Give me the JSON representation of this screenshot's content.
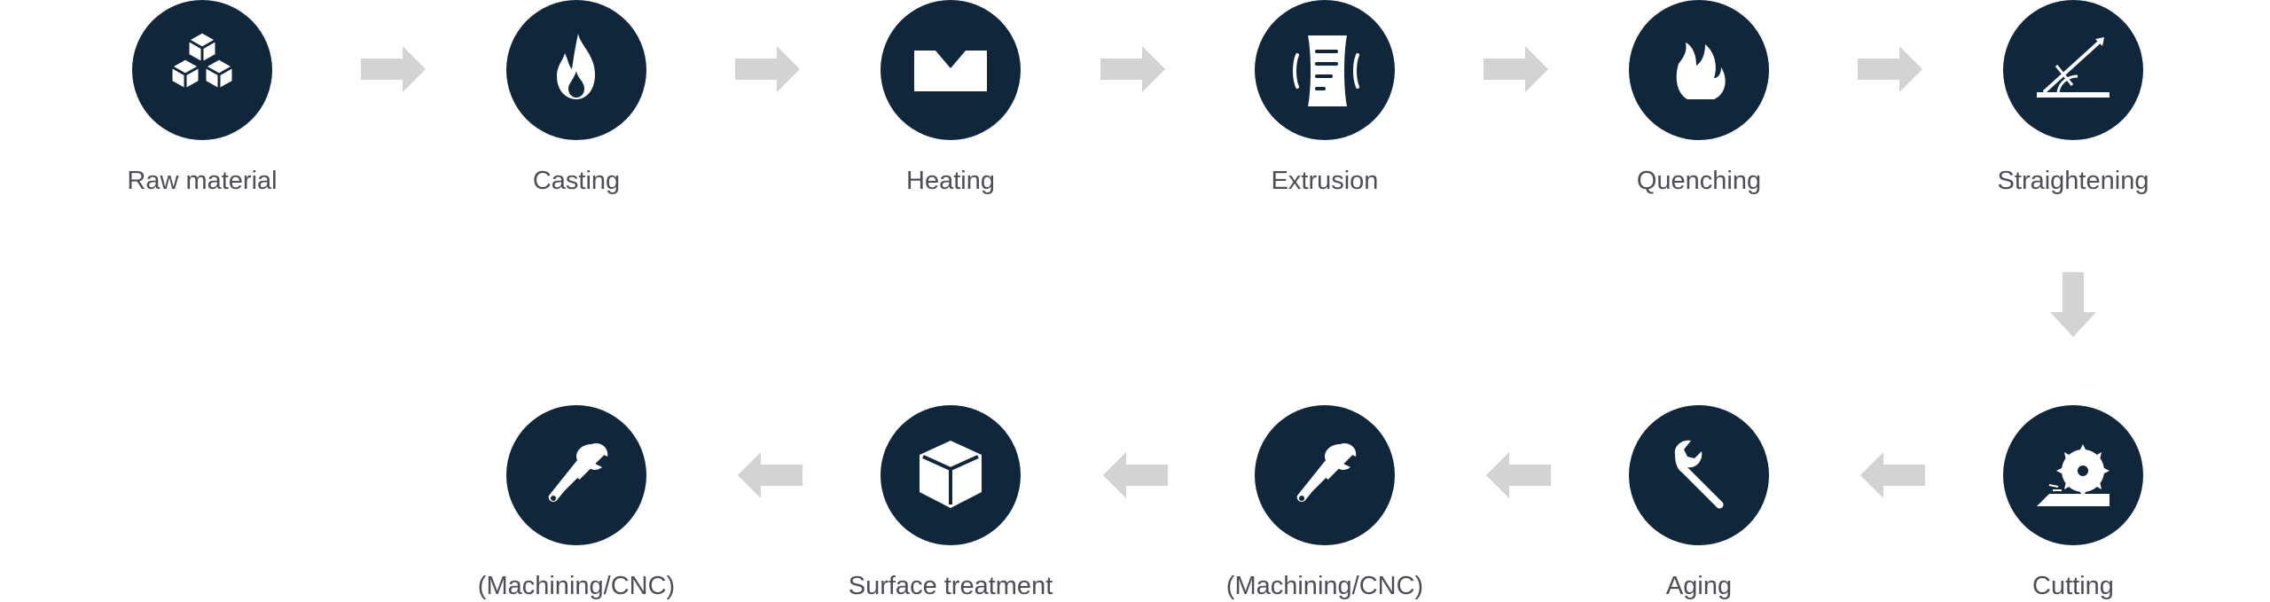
{
  "steps": [
    {
      "label": "Raw material",
      "icon": "cubes-icon"
    },
    {
      "label": "Casting",
      "icon": "flame-icon"
    },
    {
      "label": "Heating",
      "icon": "heating-icon"
    },
    {
      "label": "Extrusion",
      "icon": "extrusion-icon"
    },
    {
      "label": "Quenching",
      "icon": "fire-icon"
    },
    {
      "label": "Straightening",
      "icon": "angle-icon"
    },
    {
      "label": "Cutting",
      "icon": "saw-icon"
    },
    {
      "label": "Aging",
      "icon": "wrench-icon"
    },
    {
      "label": "(Machining/CNC)",
      "icon": "tools-icon"
    },
    {
      "label": "Surface treatment",
      "icon": "box-icon"
    },
    {
      "label": "(Machining/CNC)",
      "icon": "tools-icon"
    }
  ],
  "colors": {
    "circle": "#10263b",
    "arrow": "#d3d3d3",
    "label": "#4b4f55"
  }
}
